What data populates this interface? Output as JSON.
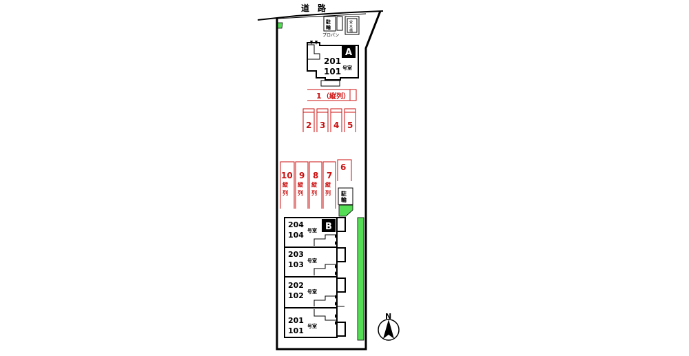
{
  "road": "道　路",
  "bike_parking": [
    "駐",
    "輪"
  ],
  "propane": "プロパン",
  "water_tank": [
    "受",
    "水",
    "槽"
  ],
  "building_a": {
    "letter": "A",
    "rooms": [
      "201",
      "101"
    ],
    "suffix": "号室"
  },
  "building_b": {
    "letter": "B",
    "units": [
      {
        "rooms": [
          "204",
          "104"
        ],
        "suffix": "号室"
      },
      {
        "rooms": [
          "203",
          "103"
        ],
        "suffix": "号室"
      },
      {
        "rooms": [
          "202",
          "102"
        ],
        "suffix": "号室"
      },
      {
        "rooms": [
          "201",
          "101"
        ],
        "suffix": "号室"
      }
    ]
  },
  "parking": {
    "p1": {
      "num": "1",
      "note": "（縦列）"
    },
    "short": [
      "2",
      "3",
      "4",
      "5"
    ],
    "p6": "6",
    "tandem": [
      {
        "num": "10",
        "chars": [
          "縦",
          "列"
        ]
      },
      {
        "num": "9",
        "chars": [
          "縦",
          "列"
        ]
      },
      {
        "num": "8",
        "chars": [
          "縦",
          "列"
        ]
      },
      {
        "num": "7",
        "chars": [
          "縦",
          "列"
        ]
      }
    ]
  },
  "north": "N",
  "colors": {
    "parking": "#cc1010",
    "green": "#55dd55",
    "black": "#000000"
  }
}
